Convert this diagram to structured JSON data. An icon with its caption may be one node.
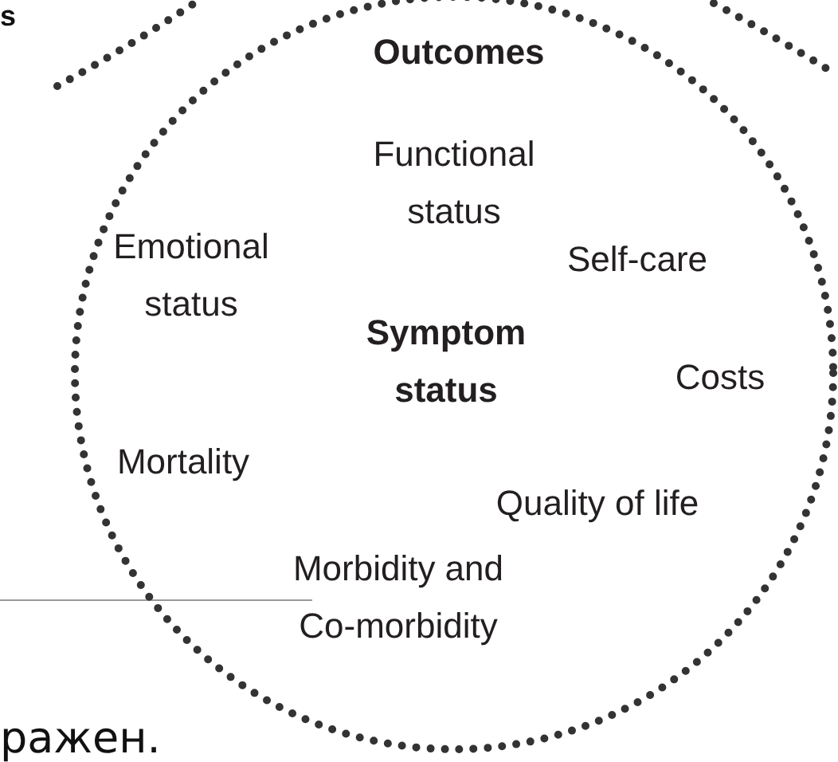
{
  "diagram": {
    "nodes": [
      {
        "text": [
          "Outcomes",
          "Functional status",
          "Emotional status",
          "Self-care",
          "Symptom status",
          "Costs",
          "Mortality",
          "Quality of life",
          "Morbidity and Co-morbidity"
        ]
      }
    ],
    "edges": [],
    "labels": [
      "s",
      "ражен."
    ]
  }
}
